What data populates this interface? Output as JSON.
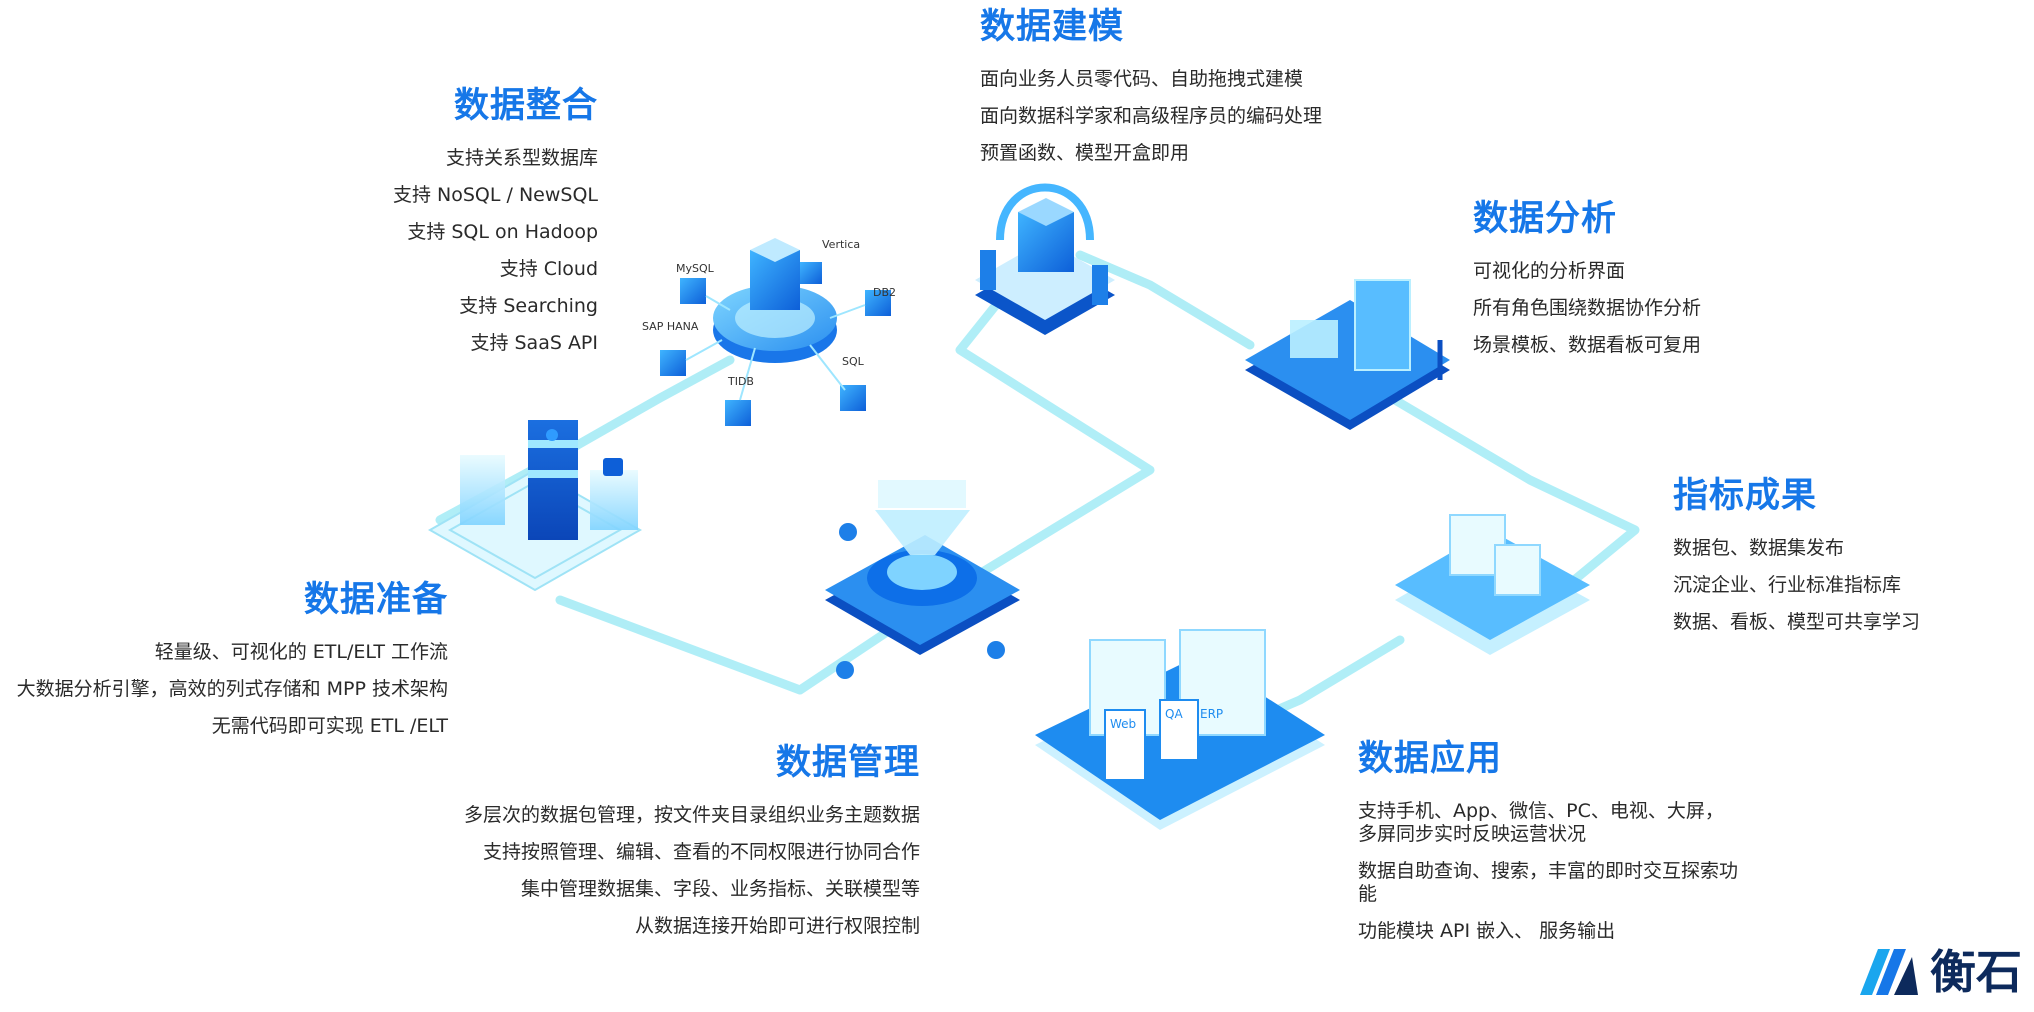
{
  "sections": {
    "integration": {
      "title": "数据整合",
      "items": [
        "支持关系型数据库",
        "支持 NoSQL / NewSQL",
        "支持 SQL on Hadoop",
        "支持 Cloud",
        "支持 Searching",
        "支持 SaaS API"
      ]
    },
    "modeling": {
      "title": "数据建模",
      "items": [
        "面向业务人员零代码、自助拖拽式建模",
        "面向数据科学家和高级程序员的编码处理",
        "预置函数、模型开盒即用"
      ]
    },
    "analysis": {
      "title": "数据分析",
      "items": [
        "可视化的分析界面",
        "所有角色围绕数据协作分析",
        "场景模板、数据看板可复用"
      ]
    },
    "metrics": {
      "title": "指标成果",
      "items": [
        "数据包、数据集发布",
        "沉淀企业、行业标准指标库",
        "数据、看板、模型可共享学习"
      ]
    },
    "preparation": {
      "title": "数据准备",
      "items": [
        "轻量级、可视化的 ETL/ELT 工作流",
        "大数据分析引擎，高效的列式存储和 MPP 技术架构",
        "无需代码即可实现 ETL /ELT"
      ]
    },
    "management": {
      "title": "数据管理",
      "items": [
        "多层次的数据包管理，按文件夹目录组织业务主题数据",
        "支持按照管理、编辑、查看的不同权限进行协同合作",
        "集中管理数据集、字段、业务指标、关联模型等",
        "从数据连接开始即可进行权限控制"
      ]
    },
    "application": {
      "title": "数据应用",
      "items": [
        "支持手机、App、微信、PC、电视、大屏，多屏同步实时反映运营状况",
        "数据自助查询、搜索，丰富的即时交互探索功能",
        "功能模块 API 嵌入、 服务输出"
      ]
    }
  },
  "db_labels": {
    "vertica": "Vertica",
    "mysql": "MySQL",
    "db2": "DB2",
    "saphana": "SAP HANA",
    "sql": "SQL",
    "tidb": "TIDB"
  },
  "card_labels": {
    "web": "Web",
    "qa": "QA",
    "erp": "ERP"
  },
  "logo": {
    "text": "衡石",
    "icon": "hengshi-logo-icon"
  },
  "colors": {
    "accent": "#1677e8",
    "pipe": "#a7ecf6",
    "iso": "#1e8cf0",
    "logo": "#0d2a5c"
  }
}
